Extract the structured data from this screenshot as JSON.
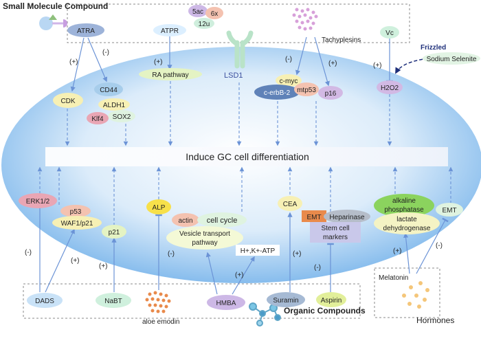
{
  "headings": {
    "small_molecule": "Small Molecule Compound",
    "organic": "Organic Compounds",
    "hormones": "Hormones",
    "center": "Induce GC cell differentiation",
    "frizzled": "Frizzled"
  },
  "compounds_top": {
    "atra": "ATRA",
    "atpr": "ATPR",
    "c5ac": "5ac",
    "c6x": "6x",
    "c12u": "12u",
    "lsd1": "LSD1",
    "tachyplesins": "Tachyplesins",
    "vc": "Vc",
    "selenite": "Sodium Selenite"
  },
  "compounds_bottom": {
    "dads": "DADS",
    "nabt": "NaBT",
    "aloe": "aloe emodin",
    "hmba": "HMBA",
    "suramin": "Suramin",
    "aspirin": "Aspirin",
    "melatonin": "Melatonin"
  },
  "targets": {
    "cdk": "CDK",
    "cd44": "CD44",
    "aldh1": "ALDH1",
    "klf4": "Klf4",
    "sox2": "SOX2",
    "ra_pathway": "RA pathway",
    "cmyc": "c-myc",
    "cerbb2": "c-erbB-2",
    "mtp53": "mtp53",
    "p16": "p16",
    "h2o2": "H2O2",
    "erk": "ERK1/2",
    "p53": "p53",
    "waf1": "WAF1/p21",
    "p21": "p21",
    "alp": "ALP",
    "actin": "actin",
    "cell_cycle": "cell cycle",
    "vesicle_1": "Vesicle transport",
    "vesicle_2": "pathway",
    "atpase": "H+,K+-ATP",
    "cea": "CEA",
    "emt_l": "EMT",
    "heparinase": "Heparinase",
    "stem_1": "Stem cell",
    "stem_2": "markers",
    "alk_1": "alkaline",
    "alk_2": "phosphatase",
    "lac_1": "lactate",
    "lac_2": "dehydrogenase",
    "emt_r": "EMT"
  },
  "signs": {
    "plus": "(+)",
    "minus": "(-)"
  },
  "colors": {
    "cell": "#c9e2f7",
    "cell_edge": "#6aaee8",
    "arrow": "#6b93d6"
  }
}
